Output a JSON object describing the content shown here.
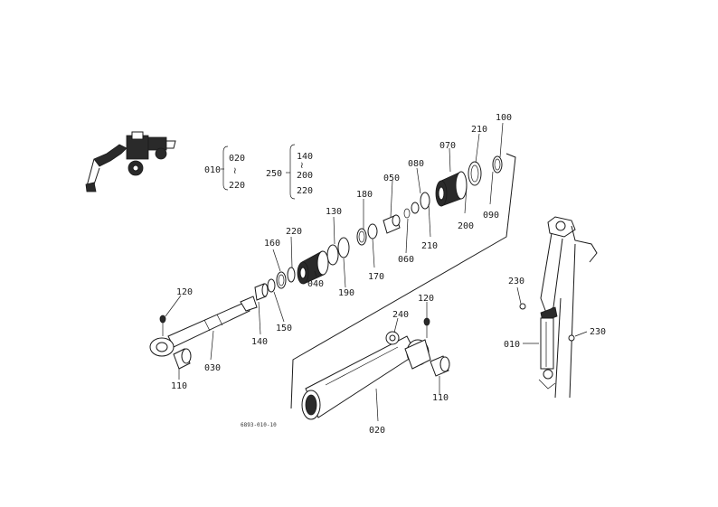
{
  "labels": {
    "p100": "100",
    "p210a": "210",
    "p070": "070",
    "p080": "080",
    "p050": "050",
    "p180": "180",
    "p130": "130",
    "p220a": "220",
    "p160": "160",
    "p200": "200",
    "p090": "090",
    "p210b": "210",
    "p060": "060",
    "p170": "170",
    "p190": "190",
    "p040": "040",
    "p150": "150",
    "p140": "140",
    "p120a": "120",
    "p030": "030",
    "p110a": "110",
    "p120b": "120",
    "p240": "240",
    "p110b": "110",
    "p020": "020",
    "p230a": "230",
    "p230b": "230",
    "p010b": "010"
  },
  "group_010": {
    "key": "010",
    "top": "020",
    "tilde": "≀",
    "bottom": "220"
  },
  "group_250": {
    "key": "250",
    "a": "140",
    "tilde": "≀",
    "b": "200",
    "c": "220"
  },
  "drawing_code": "6893-010-10"
}
